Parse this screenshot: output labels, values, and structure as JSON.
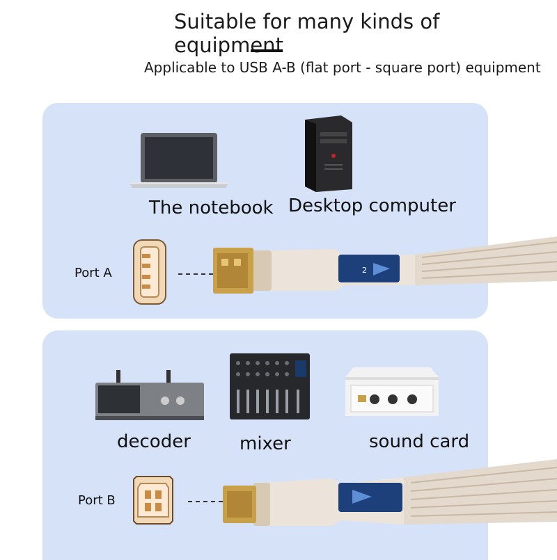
{
  "header": {
    "title": "Suitable for many kinds of equipment",
    "subtitle": "Applicable to USB A-B (flat port - square port) equipment"
  },
  "port_a": {
    "label": "Port A",
    "devices": [
      {
        "label": "The notebook",
        "icon": "laptop-icon"
      },
      {
        "label": "Desktop computer",
        "icon": "desktop-tower-icon"
      }
    ],
    "cable_sleeve_text": "2"
  },
  "port_b": {
    "label": "Port B",
    "devices": [
      {
        "label": "decoder",
        "icon": "decoder-icon"
      },
      {
        "label": "mixer",
        "icon": "mixer-icon"
      },
      {
        "label": "sound card",
        "icon": "sound-card-icon"
      }
    ]
  },
  "colors": {
    "panel": "#d6e2f8",
    "braid": "#e6ddd3",
    "gold": "#c9a04a",
    "sleeve": "#1d3f7a"
  }
}
